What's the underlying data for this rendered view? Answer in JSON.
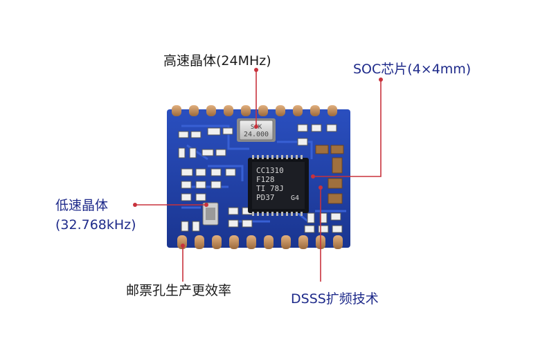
{
  "callouts": {
    "hf_crystal": "高速晶体(24MHz)",
    "soc_chip": "SOC芯片(4×4mm)",
    "lf_crystal_line1": "低速晶体",
    "lf_crystal_line2": "(32.768kHz)",
    "stamp_holes": "邮票孔生产更效率",
    "dsss": "DSSS扩频技术"
  },
  "chip_markings": {
    "line1": "CC1310",
    "line2": "F128",
    "line3": "TI 78J",
    "line4": "PD37",
    "line4b": "G4"
  },
  "crystal_markings": {
    "line1": "SJK",
    "line2": "24.000"
  },
  "colors": {
    "pcb": "#1e3fa8",
    "leader": "#c8323c",
    "text": "#1a1a1a",
    "pad": "#c9905a"
  }
}
